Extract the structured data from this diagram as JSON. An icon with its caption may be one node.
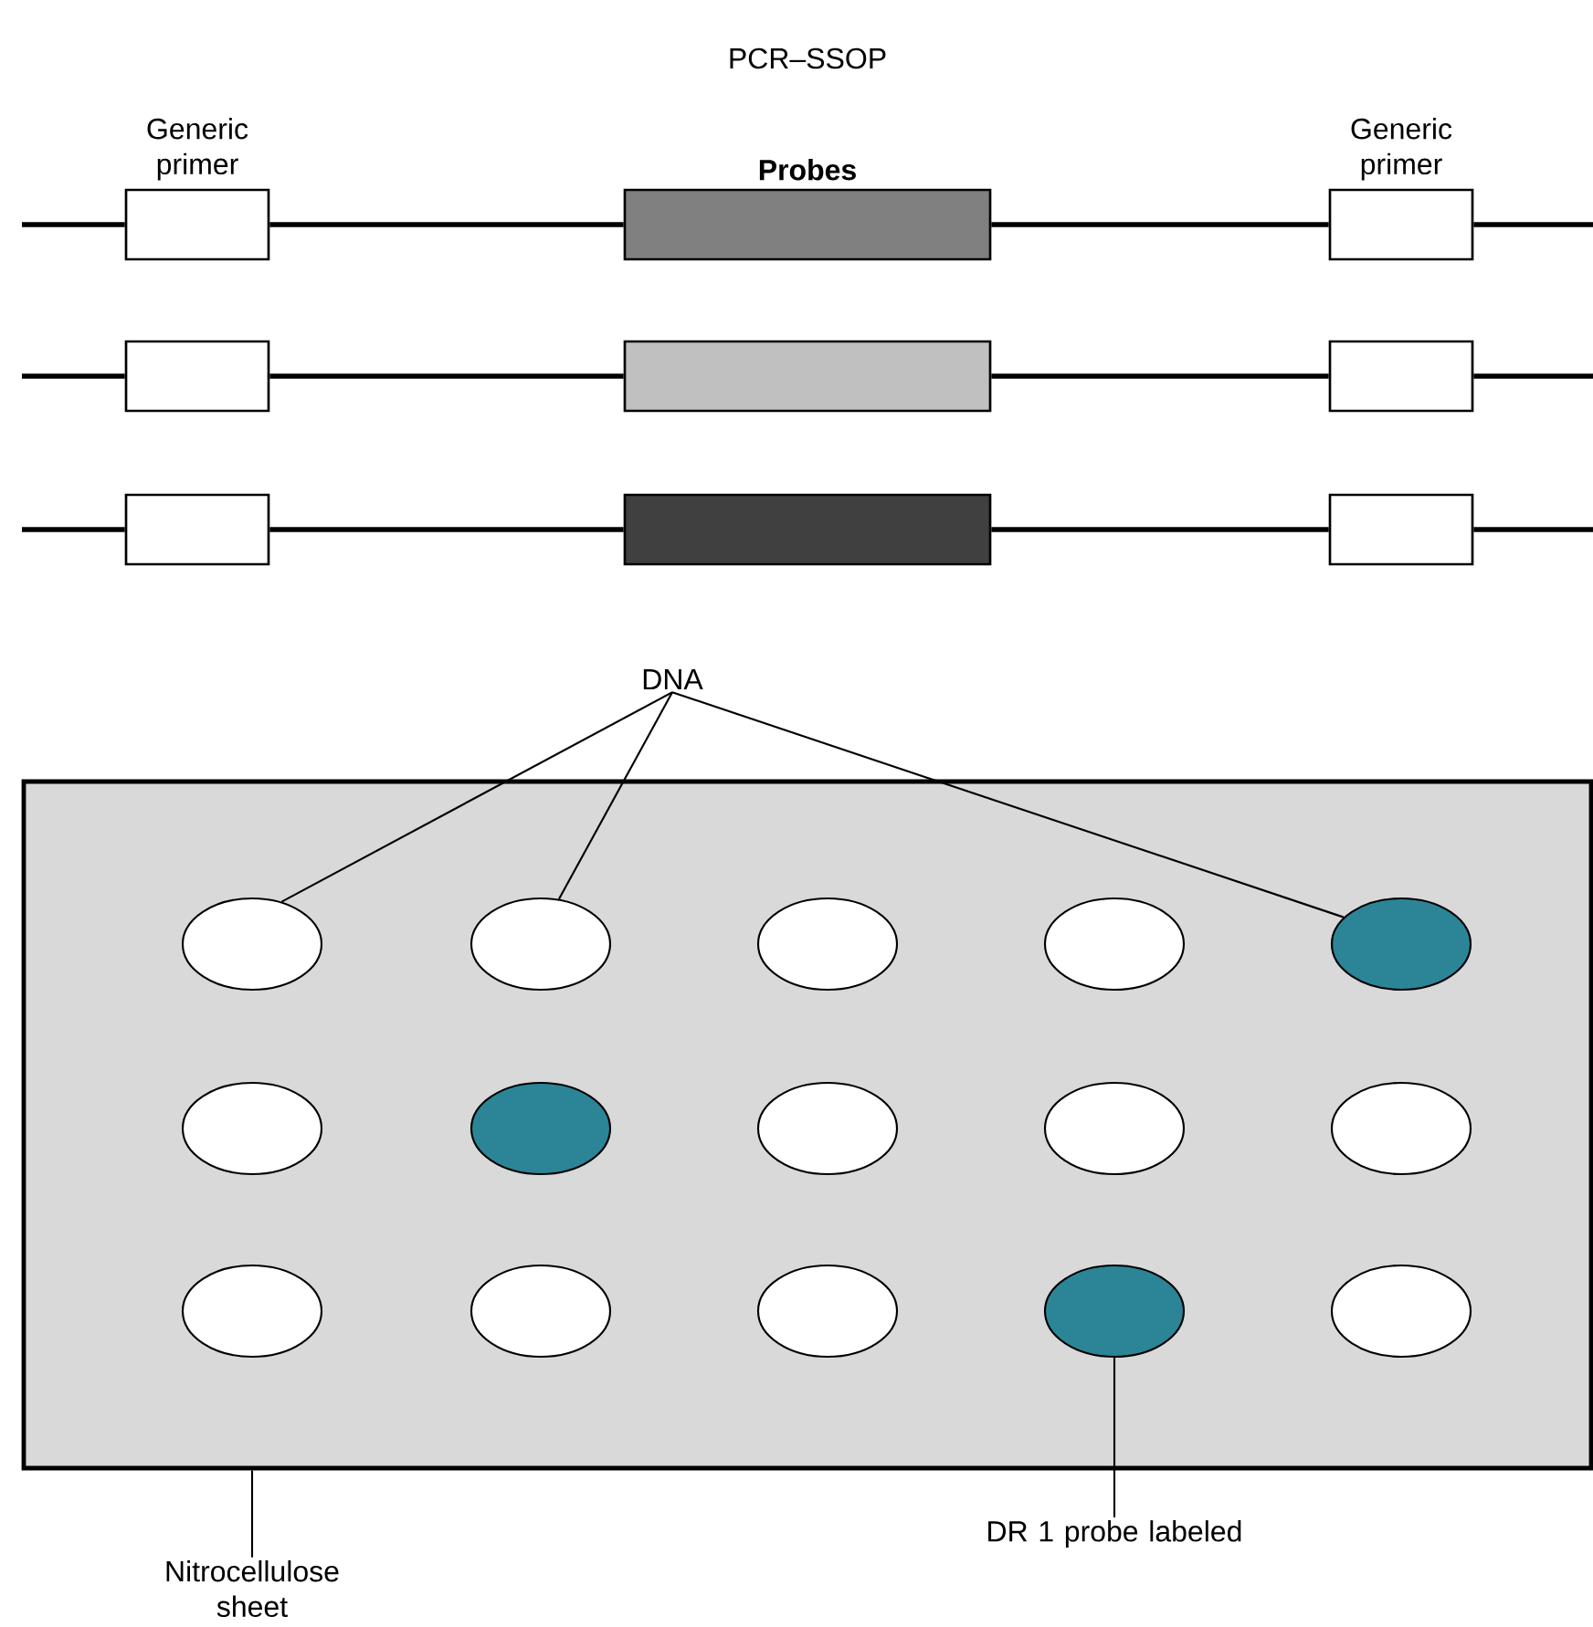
{
  "diagram": {
    "title": "PCR–SSOP",
    "nodes": [
      {
        "text": [
          "Generic primer"
        ]
      },
      {
        "text": [
          "Probes"
        ]
      },
      {
        "text": [
          "Generic primer"
        ]
      },
      {
        "text": [],
        "shape": "box"
      },
      {
        "text": [],
        "shape": "box"
      },
      {
        "text": [],
        "shape": "box"
      },
      {
        "text": [],
        "shape": "box"
      },
      {
        "text": [],
        "shape": "box"
      },
      {
        "text": [],
        "shape": "box"
      },
      {
        "text": [
          "DNA"
        ]
      },
      {
        "text": [],
        "shape": "box"
      },
      {
        "text": [],
        "shape": "ellipse",
        "in": 10
      },
      {
        "text": [],
        "shape": "ellipse",
        "in": 10
      },
      {
        "text": [],
        "shape": "ellipse",
        "in": 10
      },
      {
        "text": [],
        "shape": "ellipse",
        "in": 10
      },
      {
        "text": [],
        "shape": "ellipse",
        "in": 10
      },
      {
        "text": [],
        "shape": "ellipse",
        "in": 10
      },
      {
        "text": [],
        "shape": "ellipse",
        "in": 10
      },
      {
        "text": [],
        "shape": "ellipse",
        "in": 10
      },
      {
        "text": [],
        "shape": "ellipse",
        "in": 10
      },
      {
        "text": [],
        "shape": "ellipse",
        "in": 10
      },
      {
        "text": [],
        "shape": "ellipse",
        "in": 10
      },
      {
        "text": [],
        "shape": "ellipse",
        "in": 10
      },
      {
        "text": [],
        "shape": "ellipse",
        "in": 10
      },
      {
        "text": [],
        "shape": "ellipse",
        "in": 10
      },
      {
        "text": [],
        "shape": "ellipse",
        "in": 10
      },
      {
        "text": [
          "DR 1 probe labeled"
        ]
      },
      {
        "text": [
          "Nitrocellulose sheet"
        ]
      }
    ],
    "edges": [
      {
        "from": null,
        "to": 0,
        "arrow": "none"
      },
      {
        "from": 0,
        "to": 1,
        "arrow": "none"
      },
      {
        "from": 1,
        "to": 2,
        "arrow": "none"
      },
      {
        "from": 2,
        "to": null,
        "arrow": "none"
      },
      {
        "from": null,
        "to": 3,
        "arrow": "none"
      },
      {
        "from": 3,
        "to": 4,
        "arrow": "none"
      },
      {
        "from": 4,
        "to": 5,
        "arrow": "none"
      },
      {
        "from": 5,
        "to": null,
        "arrow": "none"
      },
      {
        "from": null,
        "to": 6,
        "arrow": "none"
      },
      {
        "from": 6,
        "to": 7,
        "arrow": "none"
      },
      {
        "from": 7,
        "to": 8,
        "arrow": "none"
      },
      {
        "from": 8,
        "to": null,
        "arrow": "none"
      },
      {
        "from": 9,
        "to": 11,
        "arrow": "none"
      },
      {
        "from": 9,
        "to": 12,
        "arrow": "none"
      },
      {
        "from": 9,
        "to": 15,
        "arrow": "none"
      },
      {
        "from": 26,
        "to": 24,
        "arrow": "none"
      },
      {
        "from": 27,
        "to": 10,
        "arrow": "none"
      }
    ]
  }
}
